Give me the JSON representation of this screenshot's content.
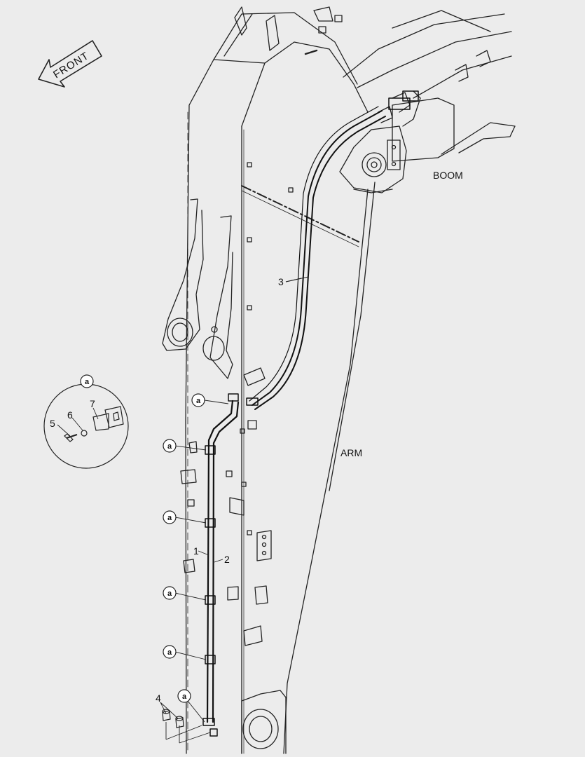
{
  "diagram": {
    "front_label": "FRONT",
    "boom_label": "BOOM",
    "arm_label": "ARM",
    "callout_letter": "a",
    "part_numbers": [
      "1",
      "2",
      "3",
      "4",
      "5",
      "6",
      "7"
    ]
  },
  "colors": {
    "background": "#ececec",
    "line": "#222222",
    "hose": "#111111"
  }
}
